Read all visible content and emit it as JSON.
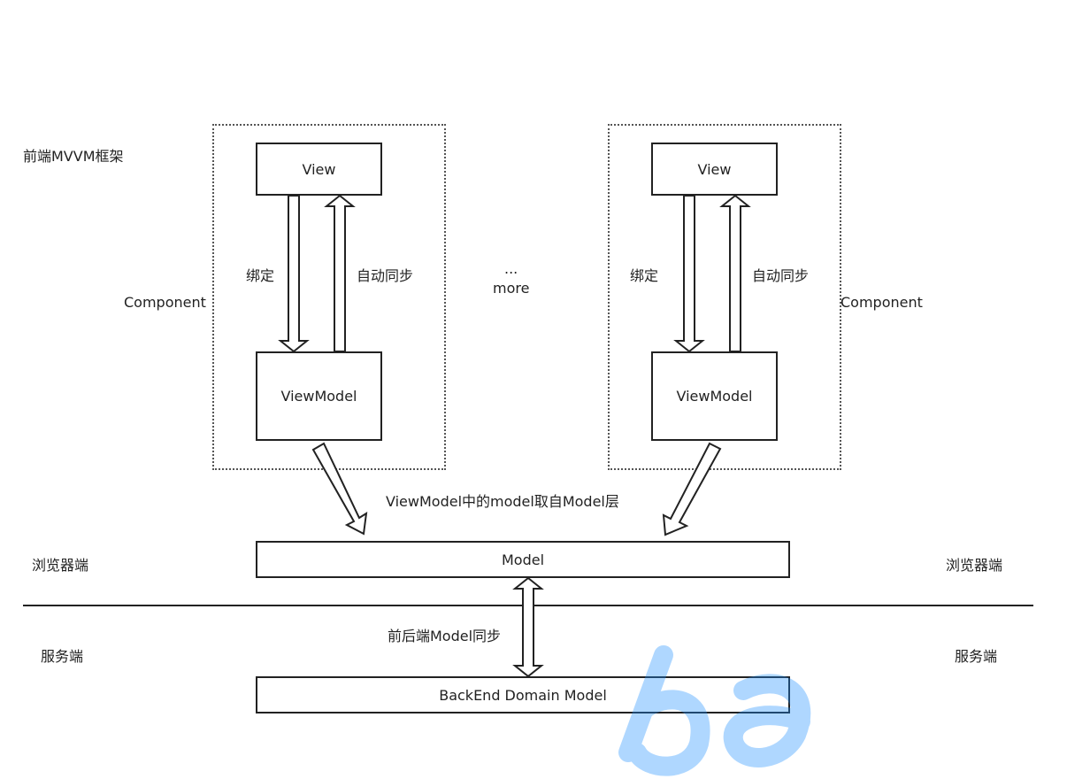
{
  "framework_label": "前端MVVM框架",
  "left_component": {
    "view": "View",
    "viewmodel": "ViewModel",
    "bind": "绑定",
    "sync": "自动同步",
    "component": "Component"
  },
  "middle": {
    "ellipsis": "...",
    "more": "more"
  },
  "right_component": {
    "view": "View",
    "viewmodel": "ViewModel",
    "bind": "绑定",
    "sync": "自动同步",
    "component": "Component"
  },
  "vm_model_note": "ViewModel中的model取自Model层",
  "model_box": "Model",
  "browser_left": "浏览器端",
  "browser_right": "浏览器端",
  "server_left": "服务端",
  "server_right": "服务端",
  "sync_note": "前后端Model同步",
  "backend_box": "BackEnd Domain Model",
  "colors": {
    "line": "#222222",
    "watermark": "#1e90ff"
  }
}
